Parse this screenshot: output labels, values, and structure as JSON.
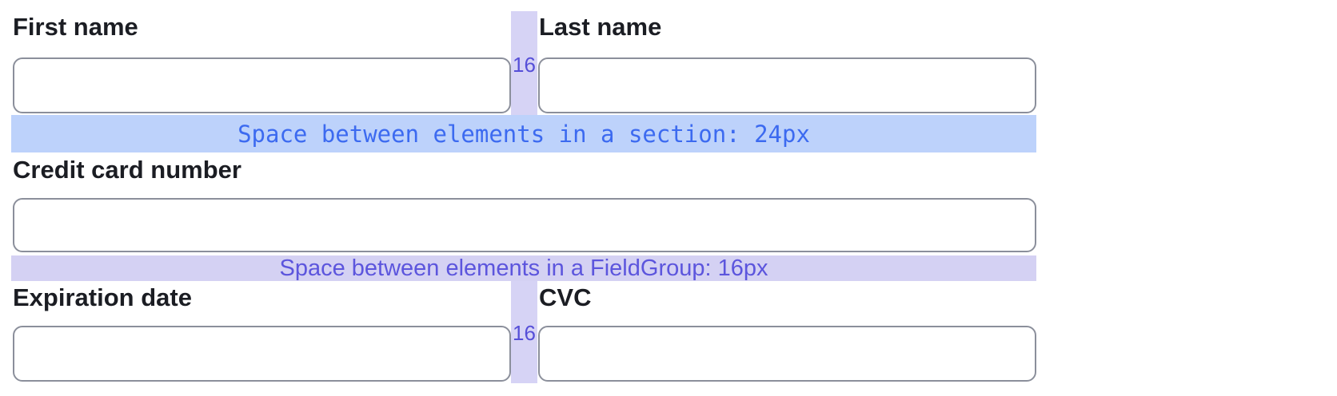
{
  "colors": {
    "label_text": "#1b1d23",
    "input_border": "#8b8f9b",
    "section_band_bg": "#bdd2fb",
    "section_band_text": "#3c6af0",
    "fieldgroup_band_bg": "#d4d1f3",
    "fieldgroup_band_text": "#5c55dd",
    "gap_strip_bg": "#d6d3f5",
    "gap_label_text": "#564fd8"
  },
  "annotations": {
    "section_spacing": "Space between elements in a section: 24px",
    "fieldgroup_spacing": "Space between elements in a FieldGroup: 16px",
    "column_gap_top": "16",
    "column_gap_bottom": "16"
  },
  "fields": {
    "first_name": {
      "label": "First name",
      "value": "",
      "placeholder": ""
    },
    "last_name": {
      "label": "Last name",
      "value": "",
      "placeholder": ""
    },
    "card_number": {
      "label": "Credit card number",
      "value": "",
      "placeholder": ""
    },
    "expiration": {
      "label": "Expiration date",
      "value": "",
      "placeholder": ""
    },
    "cvc": {
      "label": "CVC",
      "value": "",
      "placeholder": ""
    }
  }
}
